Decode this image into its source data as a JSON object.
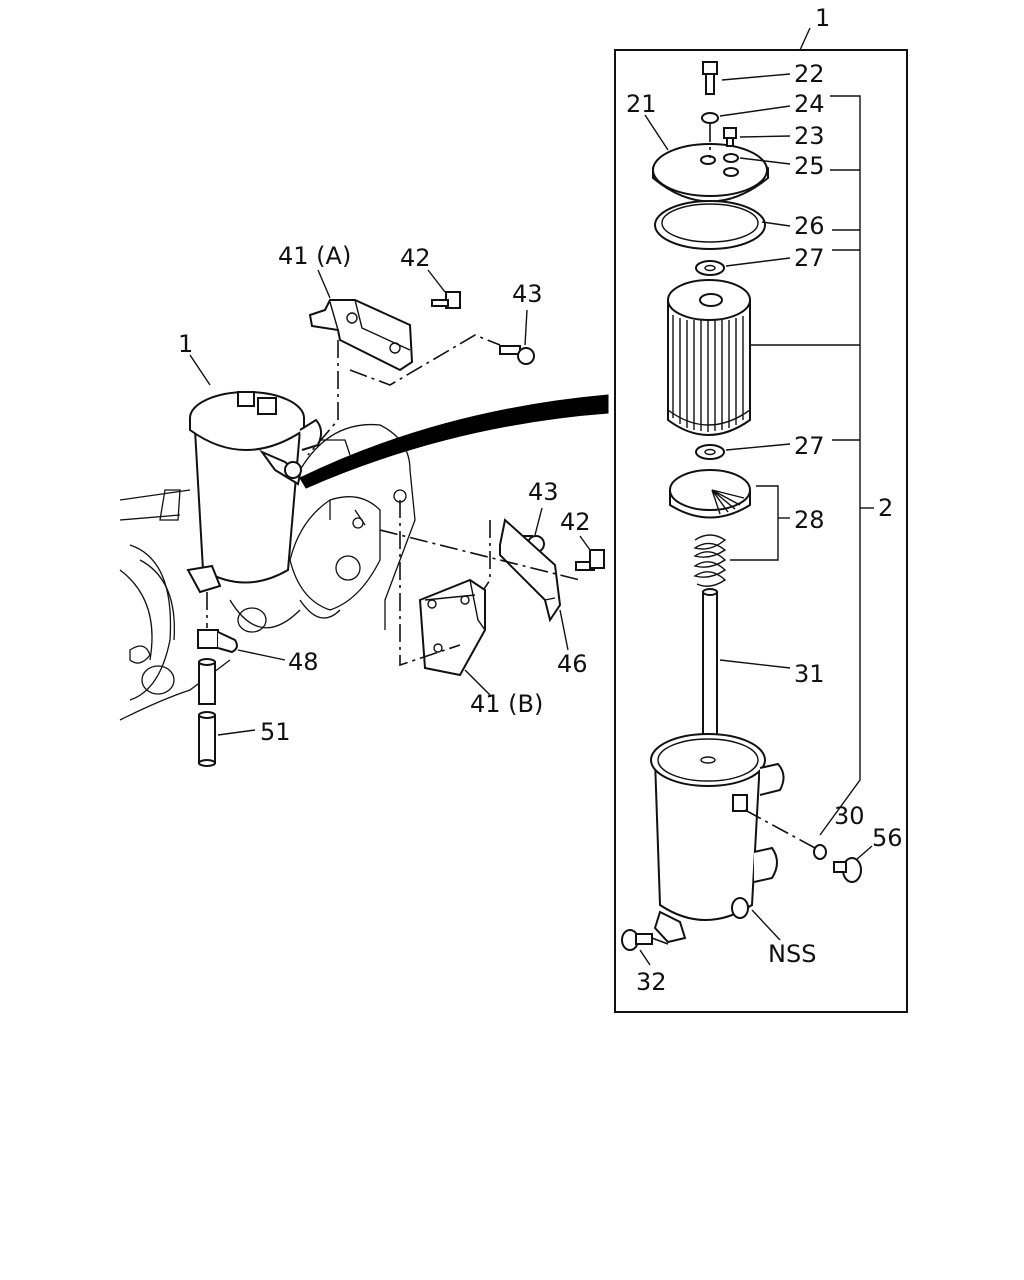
{
  "labels": {
    "inset_top": "1",
    "main_filter": "1",
    "p41a": "41 (A)",
    "p42_top": "42",
    "p43_top": "43",
    "p43_mid": "43",
    "p42_mid": "42",
    "p28": "28",
    "p46": "46",
    "p41b": "41 (B)",
    "p48": "48",
    "p51": "51",
    "p22": "22",
    "p24": "24",
    "p21": "21",
    "p23": "23",
    "p25": "25",
    "p26": "26",
    "p27_top": "27",
    "p27_bot": "27",
    "p2": "2",
    "p31": "31",
    "p30": "30",
    "p56": "56",
    "nss": "NSS",
    "p32": "32"
  }
}
